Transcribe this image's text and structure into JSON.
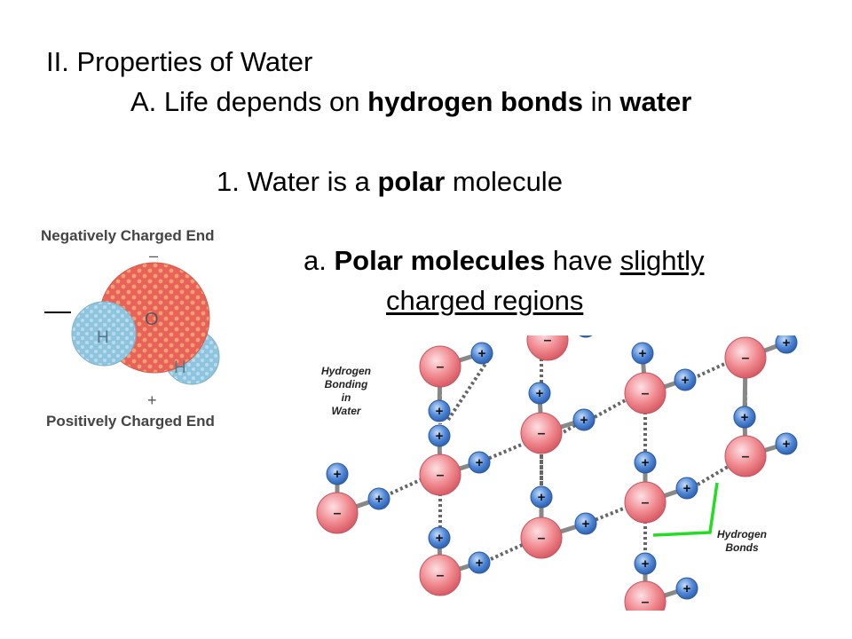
{
  "heading": {
    "text": "II. Properties of Water"
  },
  "point_a": {
    "pre": "A. Life depends on ",
    "bold1": "hydrogen bonds",
    "mid": " in ",
    "bold2": "water"
  },
  "point_1": {
    "pre": "1. Water is a ",
    "bold": "polar",
    "post": " molecule"
  },
  "point_a_sub": {
    "pre": "a. ",
    "bold": "Polar molecules",
    "mid": " have ",
    "ul1": "slightly",
    "ul2": "charged regions"
  },
  "water_figure": {
    "top_label": "Negatively Charged End",
    "bottom_label": "Positively Charged End",
    "minus": "–",
    "plus": "+",
    "oxygen": "O",
    "hydrogen": "H"
  },
  "hbond_figure": {
    "title_lines": [
      "Hydrogen",
      "Bonding",
      "in",
      "Water"
    ],
    "bonds_label_lines": [
      "Hydrogen",
      "Bonds"
    ],
    "minus": "–",
    "plus": "+"
  },
  "colors": {
    "oxygen": "#e8625a",
    "hydrogen": "#8fc4df",
    "neg_atom": "#f07c84",
    "pos_atom": "#4f86d6",
    "bond_line": "#22dd22"
  }
}
